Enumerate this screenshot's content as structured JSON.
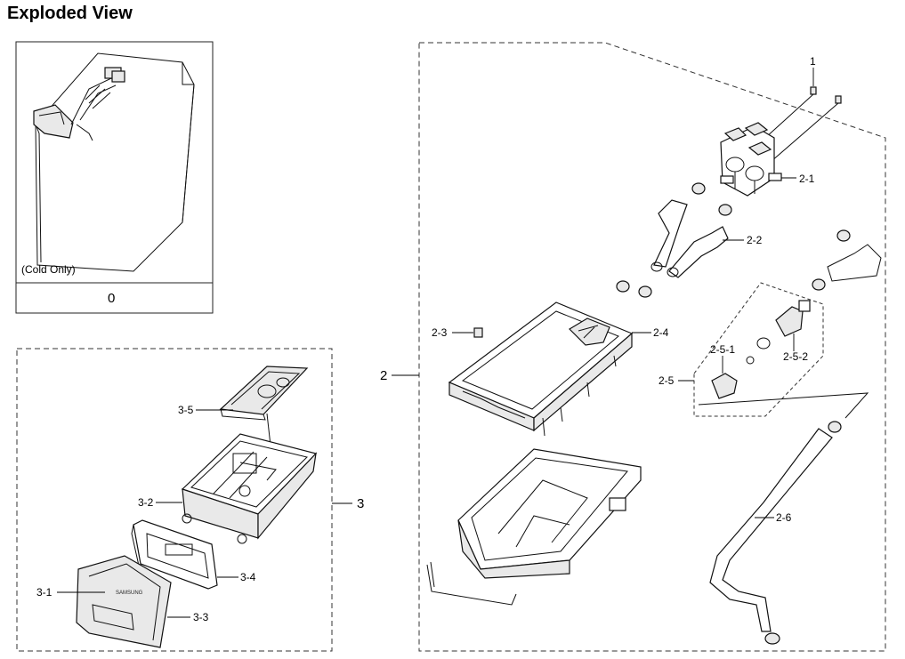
{
  "title": "Exploded View",
  "inset": {
    "caption": "(Cold Only)",
    "part_number": "0"
  },
  "labels": {
    "p1": "1",
    "p2": "2",
    "p2_1": "2-1",
    "p2_2": "2-2",
    "p2_3": "2-3",
    "p2_4": "2-4",
    "p2_5": "2-5",
    "p2_5_1": "2-5-1",
    "p2_5_2": "2-5-2",
    "p2_6": "2-6",
    "p3": "3",
    "p3_1": "3-1",
    "p3_2": "3-2",
    "p3_3": "3-3",
    "p3_4": "3-4",
    "p3_5": "3-5"
  },
  "brand_mark": "SAMSUNG"
}
